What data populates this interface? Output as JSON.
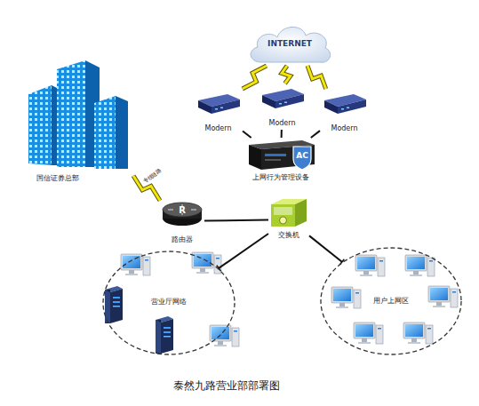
{
  "diagram": {
    "caption": "泰然九路营业部部署图",
    "nodes": [
      {
        "text": [
          "INTERNET"
        ]
      },
      {
        "text": [
          "Modern"
        ]
      },
      {
        "text": [
          "Modern"
        ]
      },
      {
        "text": [
          "Modern"
        ]
      },
      {
        "text": [
          "AC",
          "上网行为管理设备"
        ]
      },
      {
        "text": [
          "国信证券总部"
        ]
      },
      {
        "text": [
          "R",
          "路由器"
        ]
      },
      {
        "text": [
          "交换机"
        ]
      },
      {
        "text": [
          "营业厅网络"
        ]
      },
      {
        "text": [
          "用户上网区"
        ]
      }
    ],
    "edges": [
      {
        "from": 0,
        "to": 1,
        "arrow": "none"
      },
      {
        "from": 0,
        "to": 2,
        "arrow": "none"
      },
      {
        "from": 0,
        "to": 3,
        "arrow": "none"
      },
      {
        "from": 1,
        "to": 4,
        "arrow": "none"
      },
      {
        "from": 2,
        "to": 4,
        "arrow": "none"
      },
      {
        "from": 3,
        "to": 4,
        "arrow": "none"
      },
      {
        "from": 5,
        "to": 6,
        "label": "专线链路",
        "arrow": "none"
      },
      {
        "from": 6,
        "to": 7,
        "arrow": "none"
      },
      {
        "from": 7,
        "to": 8,
        "arrow": "none"
      },
      {
        "from": 7,
        "to": 9,
        "arrow": "none"
      }
    ]
  }
}
